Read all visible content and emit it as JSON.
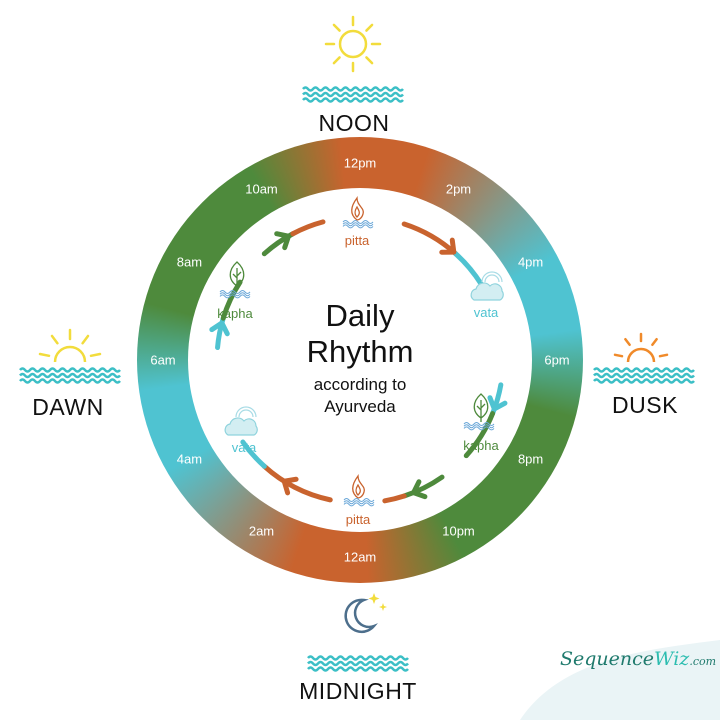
{
  "title": {
    "line1": "Daily",
    "line2": "Rhythm",
    "line3": "according to",
    "line4": "Ayurveda"
  },
  "hours": [
    "12pm",
    "2pm",
    "4pm",
    "6pm",
    "8pm",
    "10pm",
    "12am",
    "2am",
    "4am",
    "6am",
    "8am",
    "10am"
  ],
  "doshas": {
    "pitta_top": "pitta",
    "vata_right": "vata",
    "kapha_right": "kapha",
    "pitta_bottom": "pitta",
    "vata_left": "vata",
    "kapha_left": "kapha"
  },
  "markers": {
    "noon": "NOON",
    "dusk": "DUSK",
    "midnight": "MIDNIGHT",
    "dawn": "DAWN"
  },
  "logo": {
    "text": "SequenceWiz.com",
    "part1": "Sequence",
    "part2": "Wiz",
    "part3": ".com"
  },
  "colors": {
    "pitta": "#c9632e",
    "vata": "#4fc3d1",
    "kapha": "#4e8a3c",
    "sun": "#f2dc3c",
    "waves": "#3cbfc6"
  }
}
